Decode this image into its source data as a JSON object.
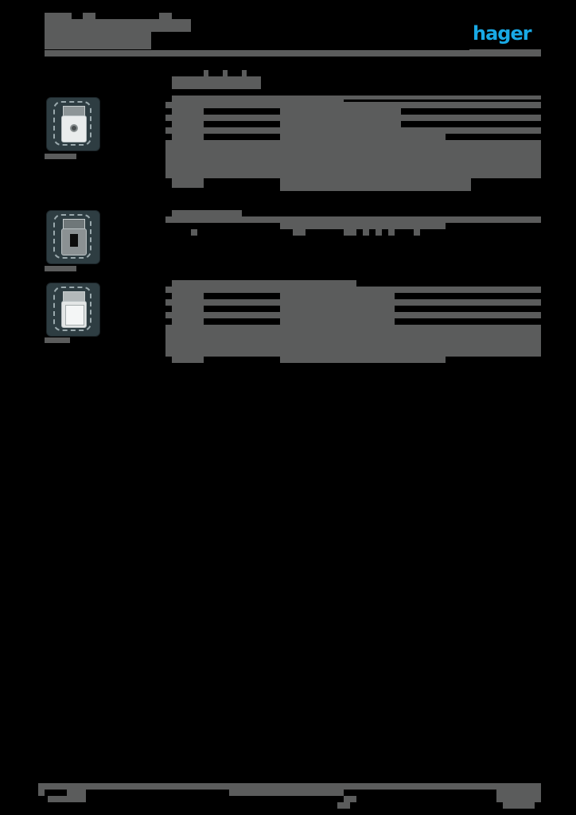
{
  "header": {
    "title_redacted": true,
    "subtitle_redacted": true,
    "logo": {
      "text": "hager",
      "color": "#19a9e5"
    }
  },
  "section": {
    "heading_redacted": true
  },
  "products": [
    {
      "thumbnail": "coax-socket-icon",
      "caption_redacted": true,
      "spec_rows": 6
    },
    {
      "thumbnail": "data-socket-rj45-icon",
      "caption_redacted": true,
      "spec_rows": 1
    },
    {
      "thumbnail": "blank-cover-icon",
      "caption_redacted": true,
      "spec_rows": 6
    }
  ],
  "footer": {
    "left_redacted": true,
    "center_redacted": true,
    "right_redacted": true
  },
  "colors": {
    "redaction_gray": "#5b5c5c",
    "background": "#000000",
    "brand_blue": "#19a9e5"
  }
}
